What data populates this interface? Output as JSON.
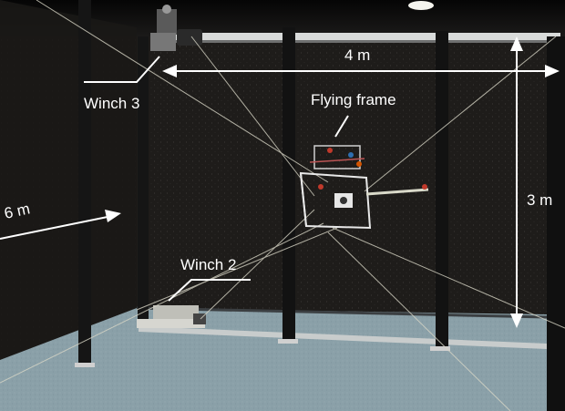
{
  "labels": {
    "winch3": "Winch 3",
    "winch2": "Winch 2",
    "flying_frame": "Flying frame",
    "width": "4 m",
    "height": "3 m",
    "depth": "6 m"
  },
  "colors": {
    "backdrop": "#1c1a18",
    "floor": "#8fa3ab",
    "pillar": "#141414",
    "label": "#ffffff",
    "cable": "#d8d6c6",
    "rail": "#cfd2d2"
  }
}
